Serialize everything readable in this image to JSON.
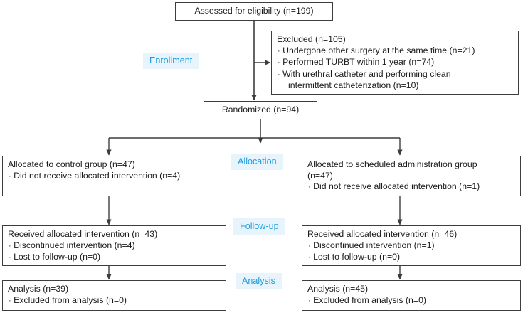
{
  "diagram": {
    "title": "CONSORT participant flow diagram",
    "colors": {
      "box_border": "#3d3d3d",
      "box_fill": "#ffffff",
      "text": "#1a1a1a",
      "stage_text": "#1f9ce0",
      "stage_fill": "#e8f4fb",
      "connector": "#3d3d3d"
    }
  },
  "stages": [
    {
      "id": "enrollment",
      "label": "Enrollment"
    },
    {
      "id": "allocation",
      "label": "Allocation"
    },
    {
      "id": "followup",
      "label": "Follow-up"
    },
    {
      "id": "analysis",
      "label": "Analysis"
    }
  ],
  "nodes": {
    "assessed": {
      "title": "Assessed for eligibility (n=199)",
      "n": 199
    },
    "excluded": {
      "title": "Excluded (n=105)",
      "n": 105,
      "reasons": [
        {
          "text": "Undergone other surgery at the same time (n=21)",
          "n": 21
        },
        {
          "text": "Performed TURBT within 1 year (n=74)",
          "n": 74
        },
        {
          "text": "With urethral catheter and performing clean",
          "cont": "intermittent catheterization (n=10)",
          "n": 10
        }
      ]
    },
    "randomized": {
      "title": "Randomized (n=94)",
      "n": 94
    },
    "allocation_left": {
      "title": "Allocated to control group (n=47)",
      "n": 47,
      "bullets": [
        {
          "text": "Did not receive allocated intervention (n=4)",
          "n": 4
        }
      ]
    },
    "allocation_right": {
      "title": "Allocated to scheduled administration group",
      "title_cont": "(n=47)",
      "n": 47,
      "bullets": [
        {
          "text": "Did not receive allocated intervention (n=1)",
          "n": 1
        }
      ]
    },
    "followup_left": {
      "title": "Received allocated intervention (n=43)",
      "n": 43,
      "bullets": [
        {
          "text": "Discontinued intervention (n=4)",
          "n": 4
        },
        {
          "text": "Lost to follow-up (n=0)",
          "n": 0
        }
      ]
    },
    "followup_right": {
      "title": "Received allocated intervention (n=46)",
      "n": 46,
      "bullets": [
        {
          "text": "Discontinued intervention (n=1)",
          "n": 1
        },
        {
          "text": "Lost to follow-up (n=0)",
          "n": 0
        }
      ]
    },
    "analysis_left": {
      "title": "Analysis (n=39)",
      "n": 39,
      "bullets": [
        {
          "text": "Excluded from analysis (n=0)",
          "n": 0
        }
      ]
    },
    "analysis_right": {
      "title": "Analysis (n=45)",
      "n": 45,
      "bullets": [
        {
          "text": "Excluded from analysis (n=0)",
          "n": 0
        }
      ]
    }
  },
  "bullet_glyph": "·"
}
